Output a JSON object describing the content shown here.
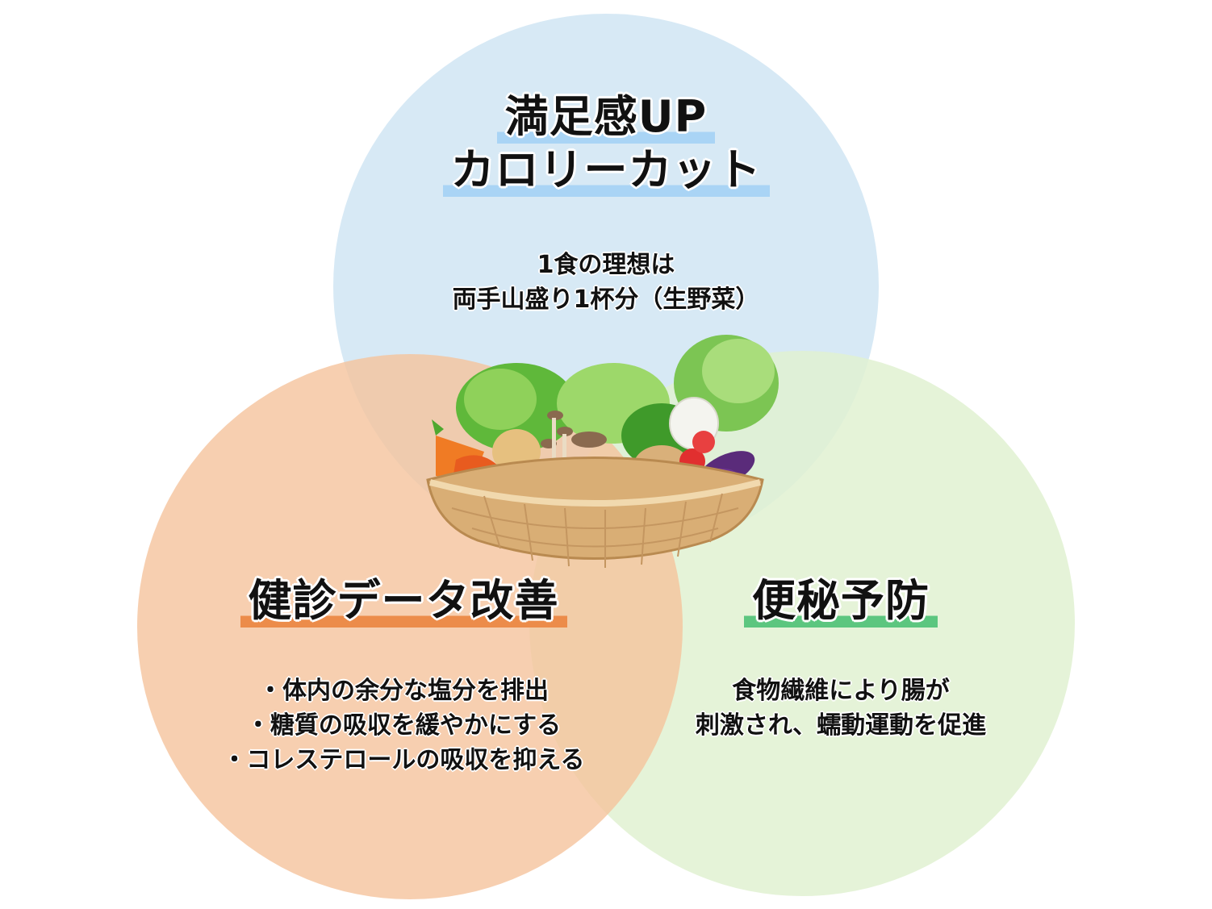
{
  "circles": {
    "top": {
      "title_lines": [
        "満足感UP",
        "カロリーカット"
      ],
      "body_lines": [
        "1食の理想は",
        "両手山盛り1杯分（生野菜）"
      ],
      "fill": "#d7e9f5",
      "accent": "#a9d4f5"
    },
    "left": {
      "title_lines": [
        "健診データ改善"
      ],
      "body_lines": [
        "・体内の余分な塩分を排出",
        "・糖質の吸収を緩やかにする",
        "・コレステロールの吸収を抑える"
      ],
      "fill": "#f5c39c",
      "accent": "#ec8c4a"
    },
    "right": {
      "title_lines": [
        "便秘予防"
      ],
      "body_lines": [
        "食物繊維により腸が",
        "刺激され、蠕動運動を促進"
      ],
      "fill": "#e1f1d1",
      "accent": "#5cc67f"
    }
  },
  "center_image": "vegetable-basket-icon"
}
